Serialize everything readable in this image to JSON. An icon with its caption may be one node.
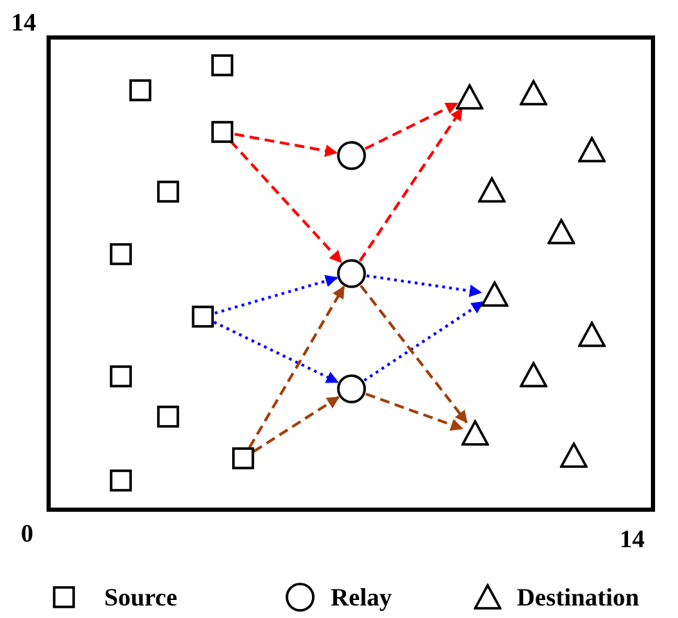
{
  "diagram": {
    "nodes": [
      {
        "text": [],
        "shape": "box"
      },
      {
        "text": [],
        "shape": "box"
      },
      {
        "text": [],
        "shape": "box"
      },
      {
        "text": [],
        "shape": "box"
      },
      {
        "text": [],
        "shape": "box"
      },
      {
        "text": [],
        "shape": "box"
      },
      {
        "text": [],
        "shape": "box"
      },
      {
        "text": [],
        "shape": "box"
      },
      {
        "text": [],
        "shape": "box"
      },
      {
        "text": [],
        "shape": "box"
      },
      {
        "text": [],
        "shape": "circle"
      },
      {
        "text": [],
        "shape": "circle"
      },
      {
        "text": [],
        "shape": "circle"
      },
      {
        "text": [],
        "shape": "triangle"
      },
      {
        "text": [],
        "shape": "triangle"
      },
      {
        "text": [],
        "shape": "triangle"
      },
      {
        "text": [],
        "shape": "triangle"
      },
      {
        "text": [],
        "shape": "triangle"
      },
      {
        "text": [],
        "shape": "triangle"
      },
      {
        "text": [],
        "shape": "triangle"
      },
      {
        "text": [],
        "shape": "triangle"
      },
      {
        "text": [],
        "shape": "triangle"
      },
      {
        "text": [],
        "shape": "triangle"
      }
    ],
    "edges": [
      {
        "from": 2,
        "to": 10,
        "arrow": "to",
        "style": "dashed",
        "color": "#ff0000"
      },
      {
        "from": 10,
        "to": 14,
        "arrow": "to",
        "style": "dashed",
        "color": "#ff0000"
      },
      {
        "from": 2,
        "to": 11,
        "arrow": "to",
        "style": "dashed",
        "color": "#ff0000"
      },
      {
        "from": 11,
        "to": 14,
        "arrow": "to",
        "style": "dashed",
        "color": "#ff0000"
      },
      {
        "from": 5,
        "to": 11,
        "arrow": "to",
        "style": "dashed",
        "color": "#0000ff"
      },
      {
        "from": 5,
        "to": 12,
        "arrow": "to",
        "style": "dashed",
        "color": "#0000ff"
      },
      {
        "from": 11,
        "to": 18,
        "arrow": "to",
        "style": "dashed",
        "color": "#0000ff"
      },
      {
        "from": 12,
        "to": 18,
        "arrow": "to",
        "style": "dashed",
        "color": "#0000ff"
      },
      {
        "from": 8,
        "to": 11,
        "arrow": "to",
        "style": "dashed",
        "color": "#a0400a"
      },
      {
        "from": 8,
        "to": 12,
        "arrow": "to",
        "style": "dashed",
        "color": "#a0400a"
      },
      {
        "from": 11,
        "to": 21,
        "arrow": "to",
        "style": "dashed",
        "color": "#a0400a"
      },
      {
        "from": 12,
        "to": 21,
        "arrow": "to",
        "style": "dashed",
        "color": "#a0400a"
      }
    ],
    "labels": [
      "14",
      "0",
      "14"
    ],
    "legend": [
      {
        "text": "Source"
      },
      {
        "text": "Relay"
      },
      {
        "text": "Destination"
      }
    ]
  }
}
